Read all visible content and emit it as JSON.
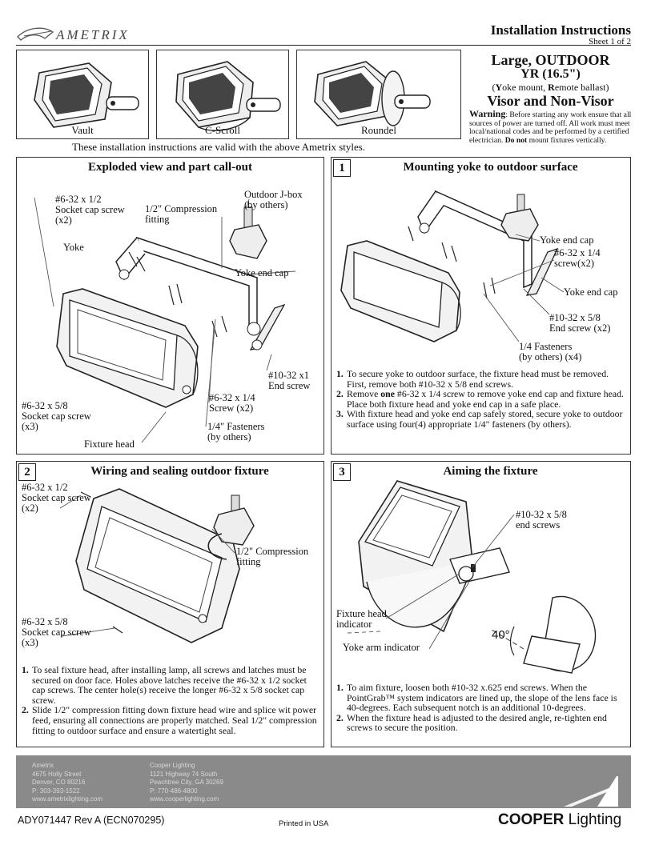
{
  "header": {
    "brand": "AMETRIX",
    "doc_title": "Installation Instructions",
    "sheet": "Sheet 1 of 2"
  },
  "styles": {
    "items": [
      {
        "label": "Vault"
      },
      {
        "label": "C-Scroll"
      },
      {
        "label": "Roundel"
      }
    ],
    "valid_note": "These installation instructions are valid with the above Ametrix styles."
  },
  "product": {
    "line1": "Large, OUTDOOR",
    "line2": "YR (16.5\")",
    "line3_open": "(",
    "line3_y": "Y",
    "line3_a": "oke mount, ",
    "line3_r": "R",
    "line3_b": "emote ballast",
    "line3_close": ")",
    "line4": "Visor and Non-Visor",
    "warning_label": "Warning",
    "warning_text": ": Before starting any work ensure that all sources of power are turned off.  All work must meet local/national codes and be performed by a certified electrician.",
    "warning_bold": "Do not",
    "warning_tail": "mount fixtures vertically."
  },
  "exploded": {
    "title": "Exploded view and part call-out",
    "labels": {
      "screw_a_1": "#6-32 x 1/2",
      "screw_a_2": "Socket cap screw",
      "screw_a_3": "(x2)",
      "comp_1": "1/2\" Compression",
      "comp_2": "fitting",
      "jbox_1": "Outdoor J-box",
      "jbox_2": "(by others)",
      "yoke": "Yoke",
      "yoke_end_cap": "Yoke end cap",
      "end_screw_1": "#10-32 x1",
      "end_screw_2": "End screw",
      "screw_b_1": "#6-32 x 5/8",
      "screw_b_2": "Socket cap screw",
      "screw_b_3": "(x3)",
      "screw_c_1": "#6-32 x 1/4",
      "screw_c_2": "Screw (x2)",
      "fast_1": "1/4\" Fasteners",
      "fast_2": "(by others)",
      "fixture_head": "Fixture head"
    }
  },
  "step1": {
    "num": "1",
    "title": "Mounting yoke to outdoor surface",
    "labels": {
      "yoke_end_cap_a": "Yoke end cap",
      "screw_1": "#6-32 x 1/4",
      "screw_2": "screw(x2)",
      "yoke_end_cap_b": "Yoke end cap",
      "end_1": "#10-32 x 5/8",
      "end_2": "End screw (x2)",
      "fast_1": "1/4 Fasteners",
      "fast_2": "(by others) (x4)"
    },
    "steps": [
      {
        "n": "1.",
        "pre": "To secure yoke to outdoor surface, the fixture head must be removed.  First, remove both #10-32 x 5/8 end screws.",
        "bold": "",
        "post": ""
      },
      {
        "n": "2.",
        "pre": "Remove ",
        "bold": "one",
        "post": " #6-32 x 1/4 screw to remove yoke end cap and fixture head.  Place both fixture head and yoke end cap in a safe place."
      },
      {
        "n": "3.",
        "pre": "With fixture head and yoke end cap safely stored, secure yoke to outdoor surface using four(4) appropriate 1/4\" fasteners (by others).",
        "bold": "",
        "post": ""
      }
    ]
  },
  "step2": {
    "num": "2",
    "title": "Wiring and sealing outdoor fixture",
    "labels": {
      "screw_a_1": "#6-32 x 1/2",
      "screw_a_2": "Socket cap screw",
      "screw_a_3": "(x2)",
      "comp_1": "1/2\" Compression",
      "comp_2": "fitting",
      "screw_b_1": "#6-32 x 5/8",
      "screw_b_2": "Socket cap screw",
      "screw_b_3": "(x3)"
    },
    "steps": [
      {
        "n": "1.",
        "text": "To seal fixture head, after installing lamp, all screws and latches must be secured on door face.  Holes above latches receive the #6-32 x 1/2 socket cap screws.  The center hole(s) receive the longer #6-32 x 5/8 socket cap screw."
      },
      {
        "n": "2.",
        "text": "Slide 1/2\" compression fitting down fixture head wire and splice wit power feed, ensuring all connections are properly matched.  Seal 1/2\" compression fitting to outdoor surface and ensure a watertight seal."
      }
    ]
  },
  "step3": {
    "num": "3",
    "title": "Aiming the fixture",
    "labels": {
      "end_1": "#10-32 x 5/8",
      "end_2": "end screws",
      "ind_1": "Fixture head",
      "ind_2": "indicator",
      "yoke_arm": "Yoke arm indicator",
      "angle": "40°"
    },
    "steps": [
      {
        "n": "1.",
        "text": "To aim fixture, loosen both #10-32 x.625 end screws.  When the PointGrab™ system indicators are lined up, the slope of the lens face is 40-degrees.  Each subsequent notch is an additional 10-degrees."
      },
      {
        "n": "2.",
        "text": "When the fixture head is adjusted to the desired angle, re-tighten end screws to secure the position."
      }
    ]
  },
  "footer": {
    "ametrix": [
      "Ametrix",
      "4675 Holly Street",
      "Denver, CO 80216",
      "P: 303-393-1522",
      "www.ametrixlighting.com"
    ],
    "cooper": [
      "Cooper Lighting",
      "1121 Highway 74 South",
      "Peachtree City, GA 30269",
      "P: 770-486-4800",
      "www.cooperlighting.com"
    ],
    "doc_number": "ADY071447  Rev A (ECN070295)",
    "printed": "Printed in USA",
    "brand_bold": "COOPER",
    "brand_light": " Lighting"
  }
}
